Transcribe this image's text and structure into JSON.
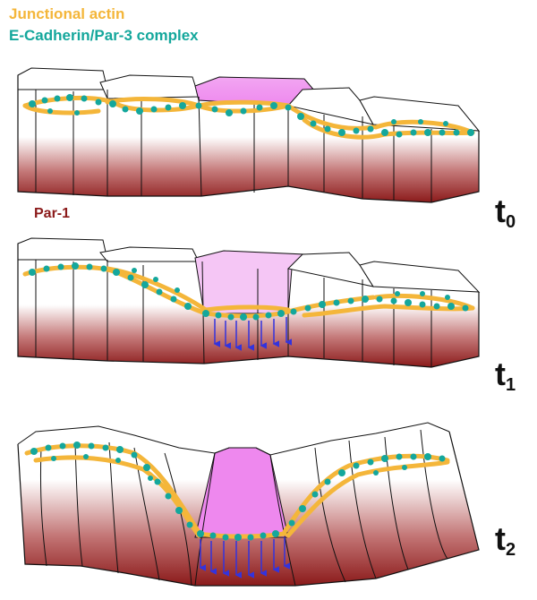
{
  "legend": {
    "actin": {
      "label": "Junctional actin",
      "color": "#f4b63a"
    },
    "cadherin": {
      "label": "E-Cadherin/Par-3 complex",
      "color": "#14a79c"
    },
    "par1": {
      "label": "Par-1",
      "color": "#8b1a1a"
    }
  },
  "stages": [
    {
      "base": "t",
      "sub": "0"
    },
    {
      "base": "t",
      "sub": "1"
    },
    {
      "base": "t",
      "sub": "2"
    }
  ],
  "colors": {
    "cell_top": "#ffffff",
    "cell_base": "#8b1a1a",
    "apical_highlight": "#ee88ee",
    "constriction_vector": "#3333dd",
    "outline": "#111111"
  }
}
